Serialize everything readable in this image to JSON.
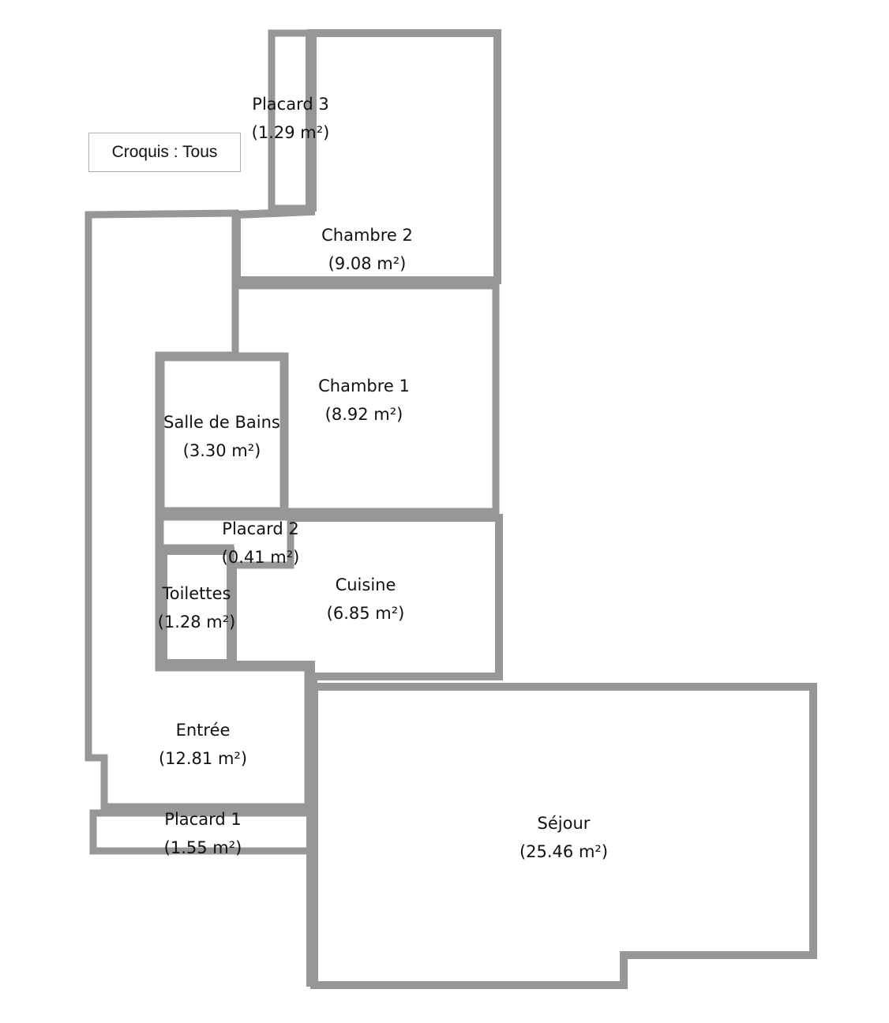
{
  "legend": {
    "label": "Croquis : Tous"
  },
  "wall_color": "#979797",
  "rooms": [
    {
      "name": "Placard 3",
      "area": "(1.29 m²)"
    },
    {
      "name": "Chambre 2",
      "area": "(9.08 m²)"
    },
    {
      "name": "Chambre 1",
      "area": "(8.92 m²)"
    },
    {
      "name": "Salle de Bains",
      "area": "(3.30 m²)"
    },
    {
      "name": "Placard 2",
      "area": "(0.41 m²)"
    },
    {
      "name": "Toilettes",
      "area": "(1.28 m²)"
    },
    {
      "name": "Cuisine",
      "area": "(6.85 m²)"
    },
    {
      "name": "Entrée",
      "area": "(12.81 m²)"
    },
    {
      "name": "Placard 1",
      "area": "(1.55 m²)"
    },
    {
      "name": "Séjour",
      "area": "(25.46 m²)"
    }
  ]
}
